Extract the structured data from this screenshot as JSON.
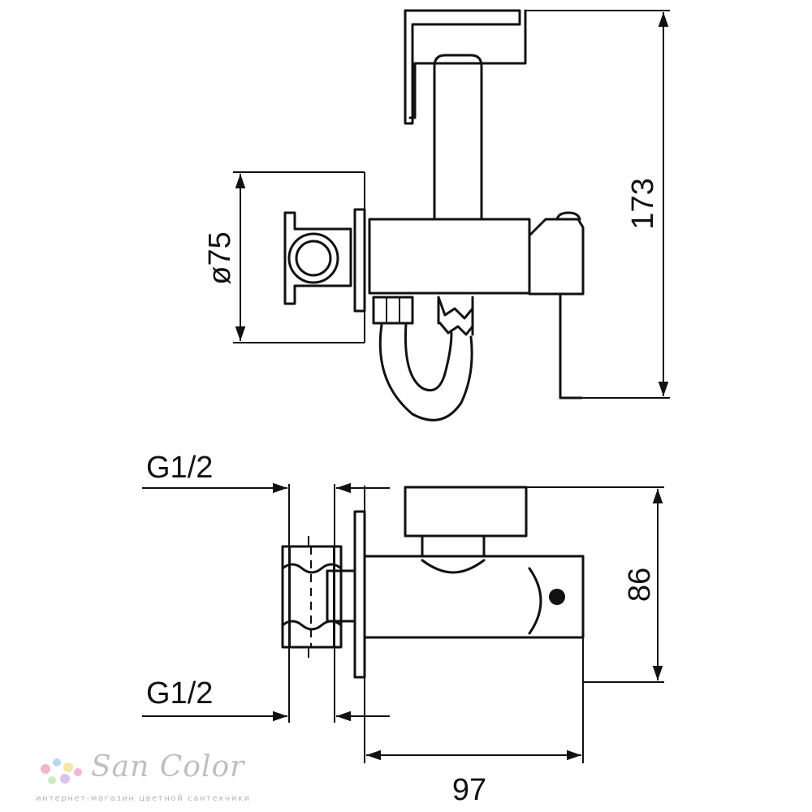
{
  "dimensions": {
    "total_height": "173",
    "flange_diameter": "ø75",
    "side_height": "86",
    "total_depth": "97",
    "thread_top": "G1/2",
    "thread_bottom": "G1/2"
  },
  "watermark": {
    "brand": "San Color",
    "tagline": "интернет-магазин цветной сантехники",
    "dot_colors": [
      "#f3b6d2",
      "#b9d7f3",
      "#f7e6a4",
      "#cdeac0",
      "#d9c4f0"
    ]
  }
}
